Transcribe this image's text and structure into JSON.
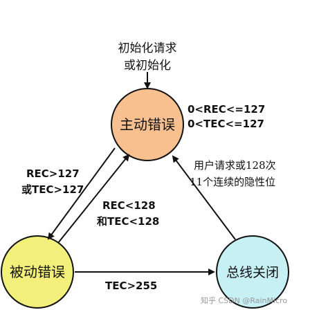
{
  "init_label": {
    "line1": "初始化请求",
    "line2": "或初始化"
  },
  "states": {
    "error_active": {
      "label": "主动错误",
      "color": "#f7c08e"
    },
    "error_passive": {
      "label": "被动错误",
      "color": "#f2ef7a"
    },
    "bus_off": {
      "label": "总线关闭",
      "color": "#c6f0f4"
    }
  },
  "conditions": {
    "active_range": {
      "line1": "0<REC<=127",
      "line2": "0<TEC<=127"
    },
    "to_passive": {
      "line1": "REC>127",
      "line2": "或TEC>127"
    },
    "to_active": {
      "line1": "REC<128",
      "line2": "和TEC<128"
    },
    "to_busoff": {
      "line1": "TEC>255"
    },
    "recover": {
      "line1": "用户请求或128次",
      "line2": "11个连续的隐性位"
    }
  },
  "watermark": {
    "text": "知乎 CSDN @RainMicro"
  }
}
